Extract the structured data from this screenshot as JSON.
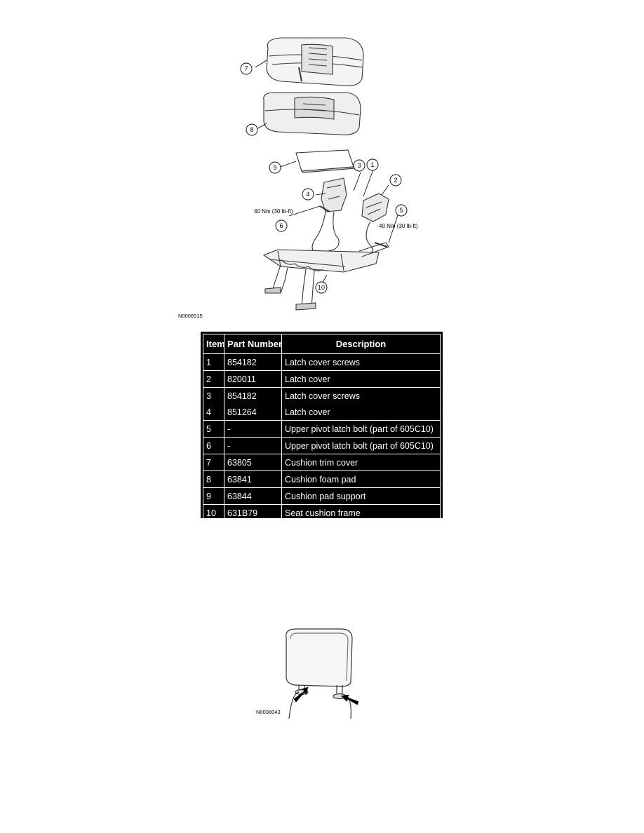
{
  "figure1": {
    "code": "N0006515",
    "callouts": [
      "1",
      "2",
      "3",
      "4",
      "5",
      "6",
      "7",
      "8",
      "9",
      "10"
    ],
    "torque_left": "40 Nm (30 lb-ft)",
    "torque_right": "40 Nm (30 lb-ft)"
  },
  "table": {
    "headers": [
      "Item",
      "Part Number",
      "Description"
    ],
    "rows": [
      {
        "item": "1",
        "part": "854182",
        "desc": "Latch cover screws"
      },
      {
        "item": "2",
        "part": "820011",
        "desc": "Latch cover"
      },
      {
        "item": "3",
        "part": "854182",
        "desc": "Latch cover screws"
      },
      {
        "item": "4",
        "part": "851264",
        "desc": "Latch cover"
      },
      {
        "item": "5",
        "part": "-",
        "desc": "Upper pivot latch bolt (part of 605C10)"
      },
      {
        "item": "6",
        "part": "-",
        "desc": "Upper pivot latch bolt (part of 605C10)"
      },
      {
        "item": "7",
        "part": "63805",
        "desc": "Cushion trim cover"
      },
      {
        "item": "8",
        "part": "63841",
        "desc": "Cushion foam pad"
      },
      {
        "item": "9",
        "part": "63844",
        "desc": "Cushion pad support"
      },
      {
        "item": "10",
        "part": "631B79",
        "desc": "Seat cushion frame"
      }
    ]
  },
  "figure2": {
    "code": "N0038043"
  }
}
